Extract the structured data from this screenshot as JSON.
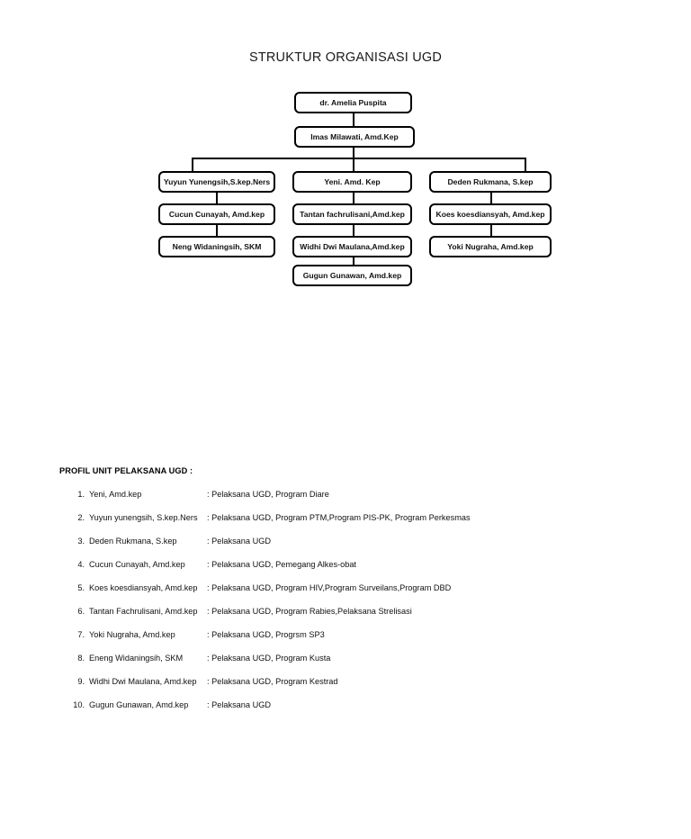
{
  "document": {
    "title": "STRUKTUR ORGANISASI UGD"
  },
  "org_chart": {
    "head": {
      "label": "dr. Amelia Puspita"
    },
    "deputy": {
      "label": "Imas Milawati, Amd.Kep"
    },
    "columns": [
      {
        "name": "left-column",
        "nodes": [
          "Yuyun Yunengsih,S.kep.Ners",
          "Cucun Cunayah, Amd.kep",
          "Neng Widaningsih, SKM"
        ]
      },
      {
        "name": "center-column",
        "nodes": [
          "Yeni. Amd. Kep",
          "Tantan fachrulisani,Amd.kep",
          "Widhi  Dwi Maulana,Amd.kep",
          "Gugun Gunawan, Amd.kep"
        ]
      },
      {
        "name": "right-column",
        "nodes": [
          "Deden Rukmana, S.kep",
          "Koes koesdiansyah, Amd.kep",
          "Yoki Nugraha, Amd.kep"
        ]
      }
    ]
  },
  "profile": {
    "heading": "PROFIL UNIT PELAKSANA UGD :",
    "items": [
      {
        "num": "1.",
        "name": "Yeni, Amd.kep",
        "role": ": Pelaksana UGD, Program Diare"
      },
      {
        "num": "2.",
        "name": "Yuyun yunengsih, S.kep.Ners",
        "role": ": Pelaksana UGD, Program PTM,Program PIS-PK, Program Perkesmas"
      },
      {
        "num": "3.",
        "name": "Deden Rukmana, S.kep",
        "role": ": Pelaksana UGD"
      },
      {
        "num": "4.",
        "name": "Cucun Cunayah, Amd.kep",
        "role": ": Pelaksana UGD, Pemegang Alkes-obat"
      },
      {
        "num": "5.",
        "name": "Koes koesdiansyah, Amd.kep",
        "role": ": Pelaksana UGD, Program HIV,Program Surveilans,Program DBD"
      },
      {
        "num": "6.",
        "name": "Tantan Fachrulisani, Amd.kep",
        "role": ": Pelaksana UGD, Program Rabies,Pelaksana Strelisasi"
      },
      {
        "num": "7.",
        "name": "Yoki Nugraha, Amd.kep",
        "role": ": Pelaksana UGD, Progrsm SP3"
      },
      {
        "num": "8.",
        "name": "Eneng Widaningsih, SKM",
        "role": ": Pelaksana UGD, Program Kusta"
      },
      {
        "num": "9.",
        "name": "Widhi Dwi Maulana, Amd.kep",
        "role": ": Pelaksana UGD, Program Kestrad"
      },
      {
        "num": "10.",
        "name": "Gugun Gunawan, Amd.kep",
        "role": ": Pelaksana UGD"
      }
    ]
  },
  "colors": {
    "page_background": "#ffffff",
    "text": "#111111",
    "node_border": "#000000"
  }
}
